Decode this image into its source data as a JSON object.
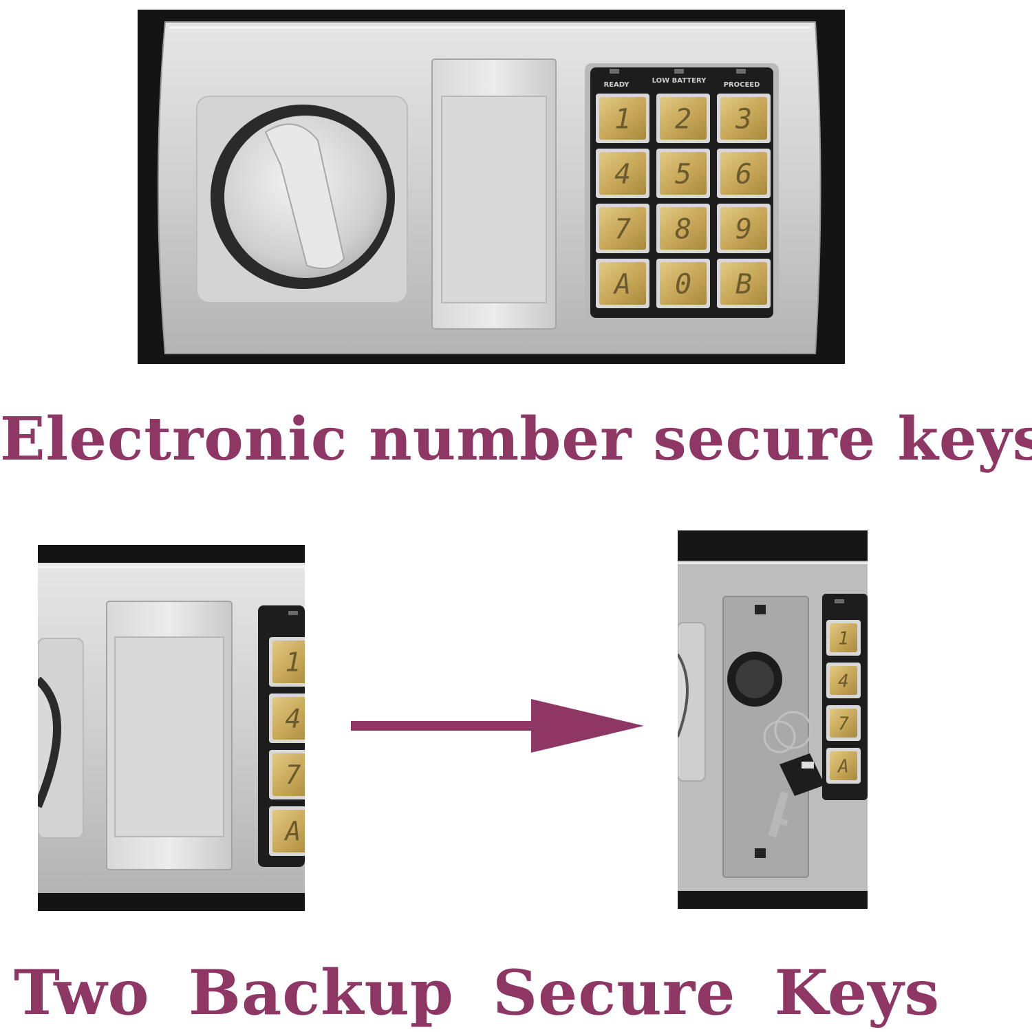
{
  "headline_top": "Electronic number secure keys",
  "headline_bottom": "Two Backup  Secure Keys",
  "keypad": {
    "indicators": [
      "READY",
      "LOW BATTERY",
      "PROCEED"
    ],
    "keys": [
      "1",
      "2",
      "3",
      "4",
      "5",
      "6",
      "7",
      "8",
      "9",
      "A",
      "0",
      "B"
    ]
  },
  "colors": {
    "accent": "#8e3764",
    "panel_silver": "#c8c8c8",
    "key_gold": "#c9a95a",
    "housing_black": "#111111"
  },
  "icons": [
    "dial-knob-icon",
    "arrow-right-icon",
    "key-icon"
  ]
}
